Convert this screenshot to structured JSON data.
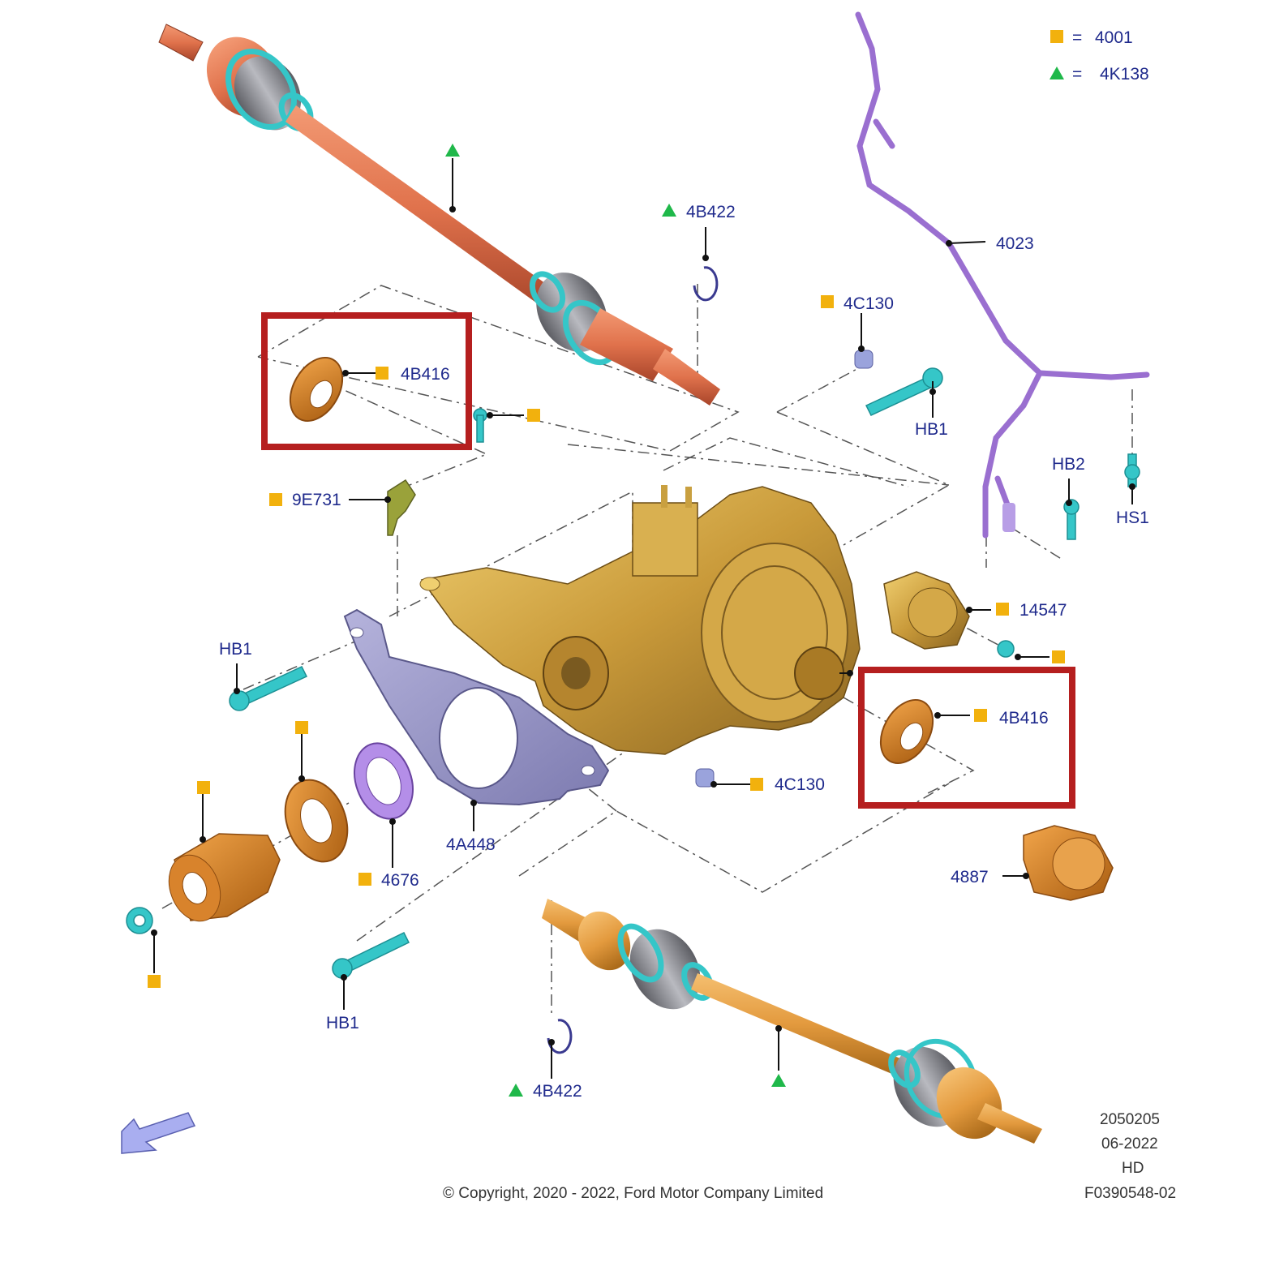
{
  "colors": {
    "label": "#1f2a8c",
    "square_symbol": "#f2b10d",
    "triangle_symbol": "#1fb84a",
    "highlight": "#b51f1f",
    "housing": "#c99a3a",
    "shaft_upper": "#e0724c",
    "shaft_lower": "#e39a3e",
    "boot": "#7f8087",
    "cyan_part": "#35c6c8",
    "purple_part": "#9a6fd0",
    "bracket": "#8e8cbf"
  },
  "legend": {
    "square_label": "4001",
    "triangle_label": "4K138",
    "equals": "="
  },
  "callouts": {
    "seal_left": "4B416",
    "seal_right": "4B416",
    "snapring_top": "4B422",
    "snapring_bottom": "4B422",
    "bushing_top": "4C130",
    "bushing_bottom": "4C130",
    "vent_hose": "4023",
    "bolt_top_right": "HB1",
    "bolt_left": "HB1",
    "bolt_bottom": "HB1",
    "bolt_hb2": "HB2",
    "screw_hs1": "HS1",
    "sensor": "9E731",
    "actuator": "14547",
    "bracket": "4A448",
    "oil_seal": "4676",
    "carrier_cover": "4887"
  },
  "footer": {
    "copyright": "© Copyright, 2020 - 2022, Ford Motor Company Limited",
    "code1": "2050205",
    "code2": "06-2022",
    "code3": "HD",
    "code4": "F0390548-02"
  },
  "icons": {
    "direction_arrow": "arrow-down-left-icon"
  }
}
